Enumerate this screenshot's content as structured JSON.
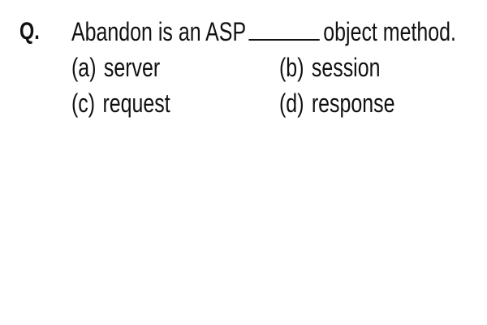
{
  "question": {
    "label": "Q.",
    "text_before": "Abandon is an ASP",
    "text_after": "object method."
  },
  "options": [
    {
      "letter": "(a)",
      "text": "server"
    },
    {
      "letter": "(b)",
      "text": "session"
    },
    {
      "letter": "(c)",
      "text": "request"
    },
    {
      "letter": "(d)",
      "text": "response"
    }
  ]
}
